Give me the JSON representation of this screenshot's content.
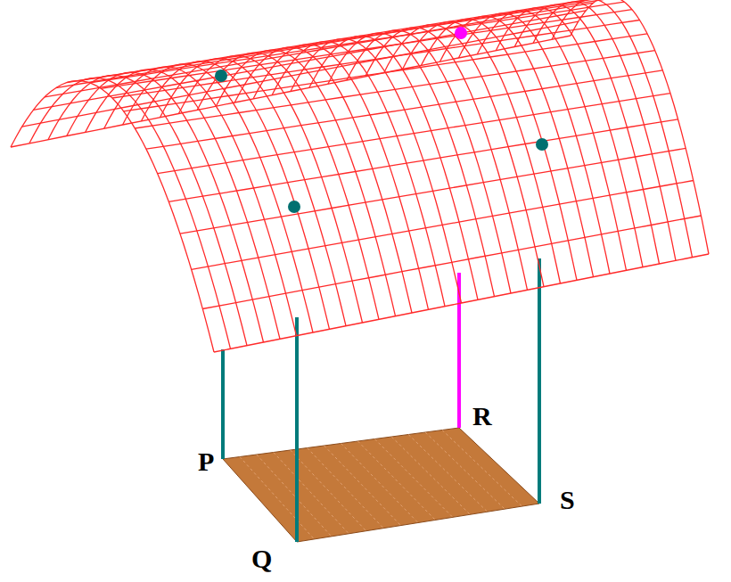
{
  "diagram": {
    "labels": [
      "P",
      "Q",
      "R",
      "S"
    ]
  }
}
